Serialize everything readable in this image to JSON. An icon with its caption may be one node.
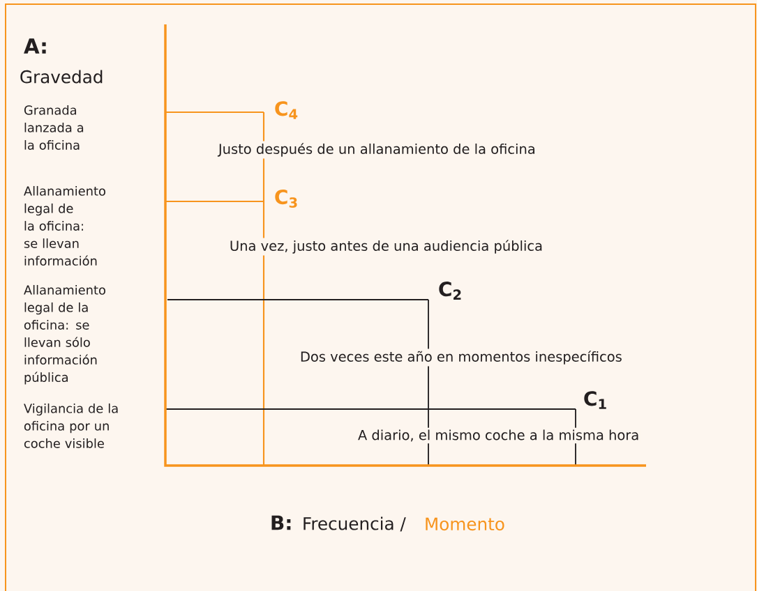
{
  "diagram": {
    "labels": [
      "A:",
      "Gravedad",
      "Granada lanzada a la oficina",
      "C$_{4}$",
      "Justo después de un allanamiento de la oficina",
      "Allanamiento legal de la oficina: se llevan información",
      "C$_{3}$",
      "Una vez, justo antes de una audiencia pública",
      "Allanamiento legal de la oficina: se llevan sólo información pública",
      "C$_{2}$",
      "Dos veces este año en momentos inespecíficos",
      "Vigilancia de la oficina por un coche visible",
      "C$_{1}$",
      "A diario, el mismo coche a la misma hora",
      "B:",
      "Frecuencia /",
      "Momento"
    ]
  }
}
